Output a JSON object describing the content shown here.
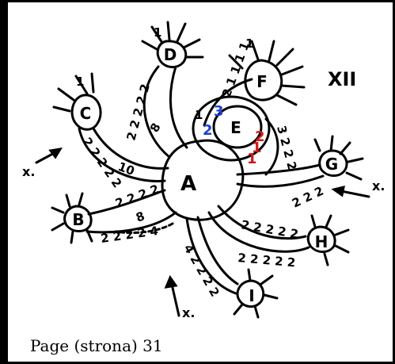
{
  "plate_number": "XII",
  "caption": "Page (strona) 31",
  "direction_marker": "x.",
  "colors": {
    "ink": "#000000",
    "blue": "#1e3fd0",
    "red": "#d01818",
    "paper": "#ffffff"
  },
  "rings": {
    "A": "A",
    "B": "B",
    "C": "C",
    "D": "D",
    "E": "E",
    "F": "F",
    "G": "G",
    "H": "H",
    "I": "I"
  },
  "chains": {
    "C_to_A": "2 2 2 2 2",
    "C_length": "10",
    "D_to_A": "2 2 2 2 2",
    "D_length": "8",
    "E_top_left": "1",
    "E_top_blue": "2",
    "E_top_blue_b": "3",
    "E_red_1": "2",
    "E_red_2": "1",
    "E_red_3": "1",
    "E_right_chain": "3 2 2 2",
    "F_chain": "2 1 1 1 1",
    "B_to_A": "2 2 2 2",
    "B_chain_length": "8",
    "B_lower": "2 2 2 2 4",
    "A_down": "4 2 2 2 2",
    "H_chain": "2 2 2 2 2",
    "H_lower": "2 2 2 2 2",
    "G_chain": "2 2 2",
    "picot_one": "1"
  }
}
